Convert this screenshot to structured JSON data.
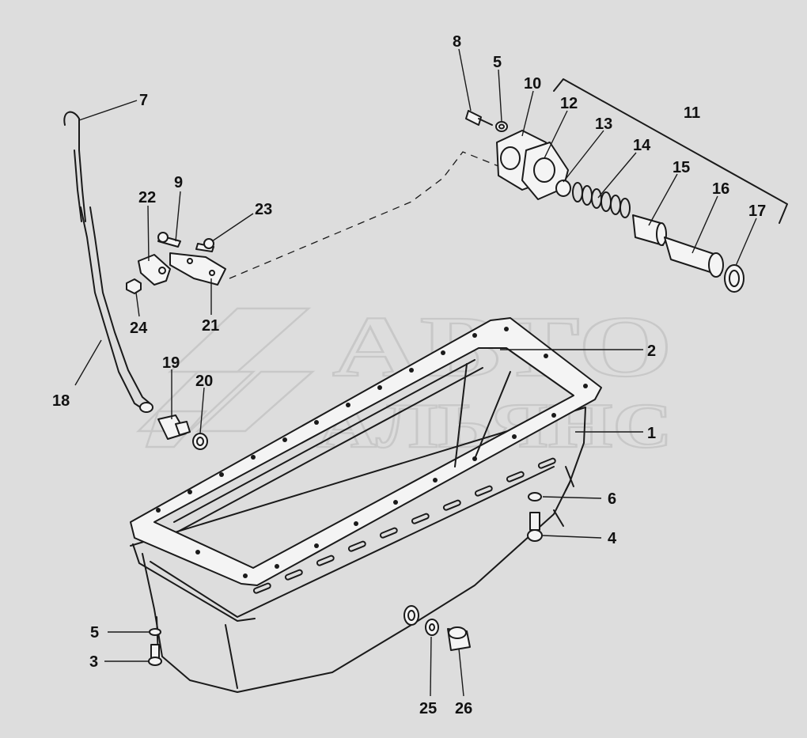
{
  "watermark": {
    "line1": "АВТО",
    "line2": "АЛЬЯНС"
  },
  "callouts": [
    {
      "id": "p1",
      "label": "1"
    },
    {
      "id": "p2",
      "label": "2"
    },
    {
      "id": "p3",
      "label": "3"
    },
    {
      "id": "p4",
      "label": "4"
    },
    {
      "id": "p5a",
      "label": "5"
    },
    {
      "id": "p5b",
      "label": "5"
    },
    {
      "id": "p6",
      "label": "6"
    },
    {
      "id": "p7",
      "label": "7"
    },
    {
      "id": "p8",
      "label": "8"
    },
    {
      "id": "p9",
      "label": "9"
    },
    {
      "id": "p10",
      "label": "10"
    },
    {
      "id": "p11",
      "label": "11"
    },
    {
      "id": "p12",
      "label": "12"
    },
    {
      "id": "p13",
      "label": "13"
    },
    {
      "id": "p14",
      "label": "14"
    },
    {
      "id": "p15",
      "label": "15"
    },
    {
      "id": "p16",
      "label": "16"
    },
    {
      "id": "p17",
      "label": "17"
    },
    {
      "id": "p18",
      "label": "18"
    },
    {
      "id": "p19",
      "label": "19"
    },
    {
      "id": "p20",
      "label": "20"
    },
    {
      "id": "p21",
      "label": "21"
    },
    {
      "id": "p22",
      "label": "22"
    },
    {
      "id": "p23",
      "label": "23"
    },
    {
      "id": "p24",
      "label": "24"
    },
    {
      "id": "p25",
      "label": "25"
    },
    {
      "id": "p26",
      "label": "26"
    }
  ]
}
